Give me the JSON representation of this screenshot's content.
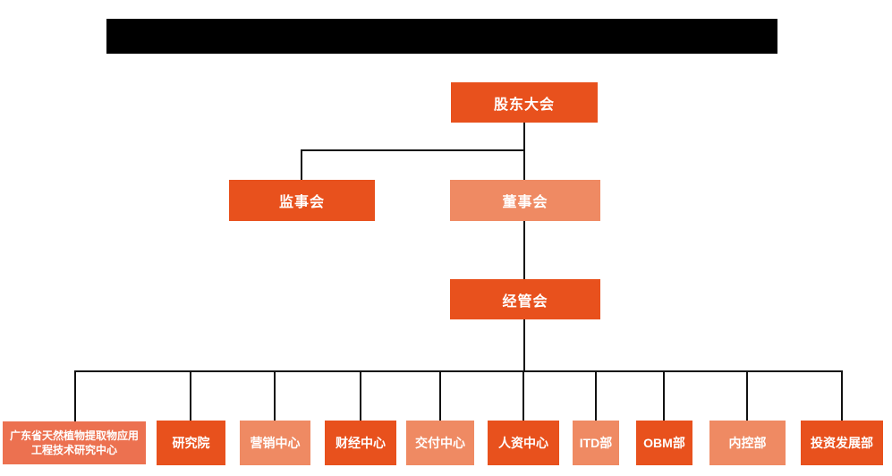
{
  "diagram": {
    "type": "org-chart",
    "title_bar": {
      "redacted": true,
      "color": "#000000"
    },
    "colors": {
      "primary_orange": "#E8511D",
      "light_salmon": "#EF8A63",
      "medium_orange": "#EC7150",
      "connector": "#111111",
      "node_text": "#FFFFFF",
      "background": "#FFFFFF"
    },
    "nodes": {
      "shareholders": {
        "label": "股东大会"
      },
      "supervisory": {
        "label": "监事会"
      },
      "board": {
        "label": "董事会"
      },
      "management": {
        "label": "经管会"
      }
    },
    "departments": [
      {
        "label": "广东省天然植物提取物应用工程技术研究中心"
      },
      {
        "label": "研究院"
      },
      {
        "label": "营销中心"
      },
      {
        "label": "财经中心"
      },
      {
        "label": "交付中心"
      },
      {
        "label": "人资中心"
      },
      {
        "label": "ITD部"
      },
      {
        "label": "OBM部"
      },
      {
        "label": "内控部"
      },
      {
        "label": "投资发展部"
      }
    ]
  }
}
